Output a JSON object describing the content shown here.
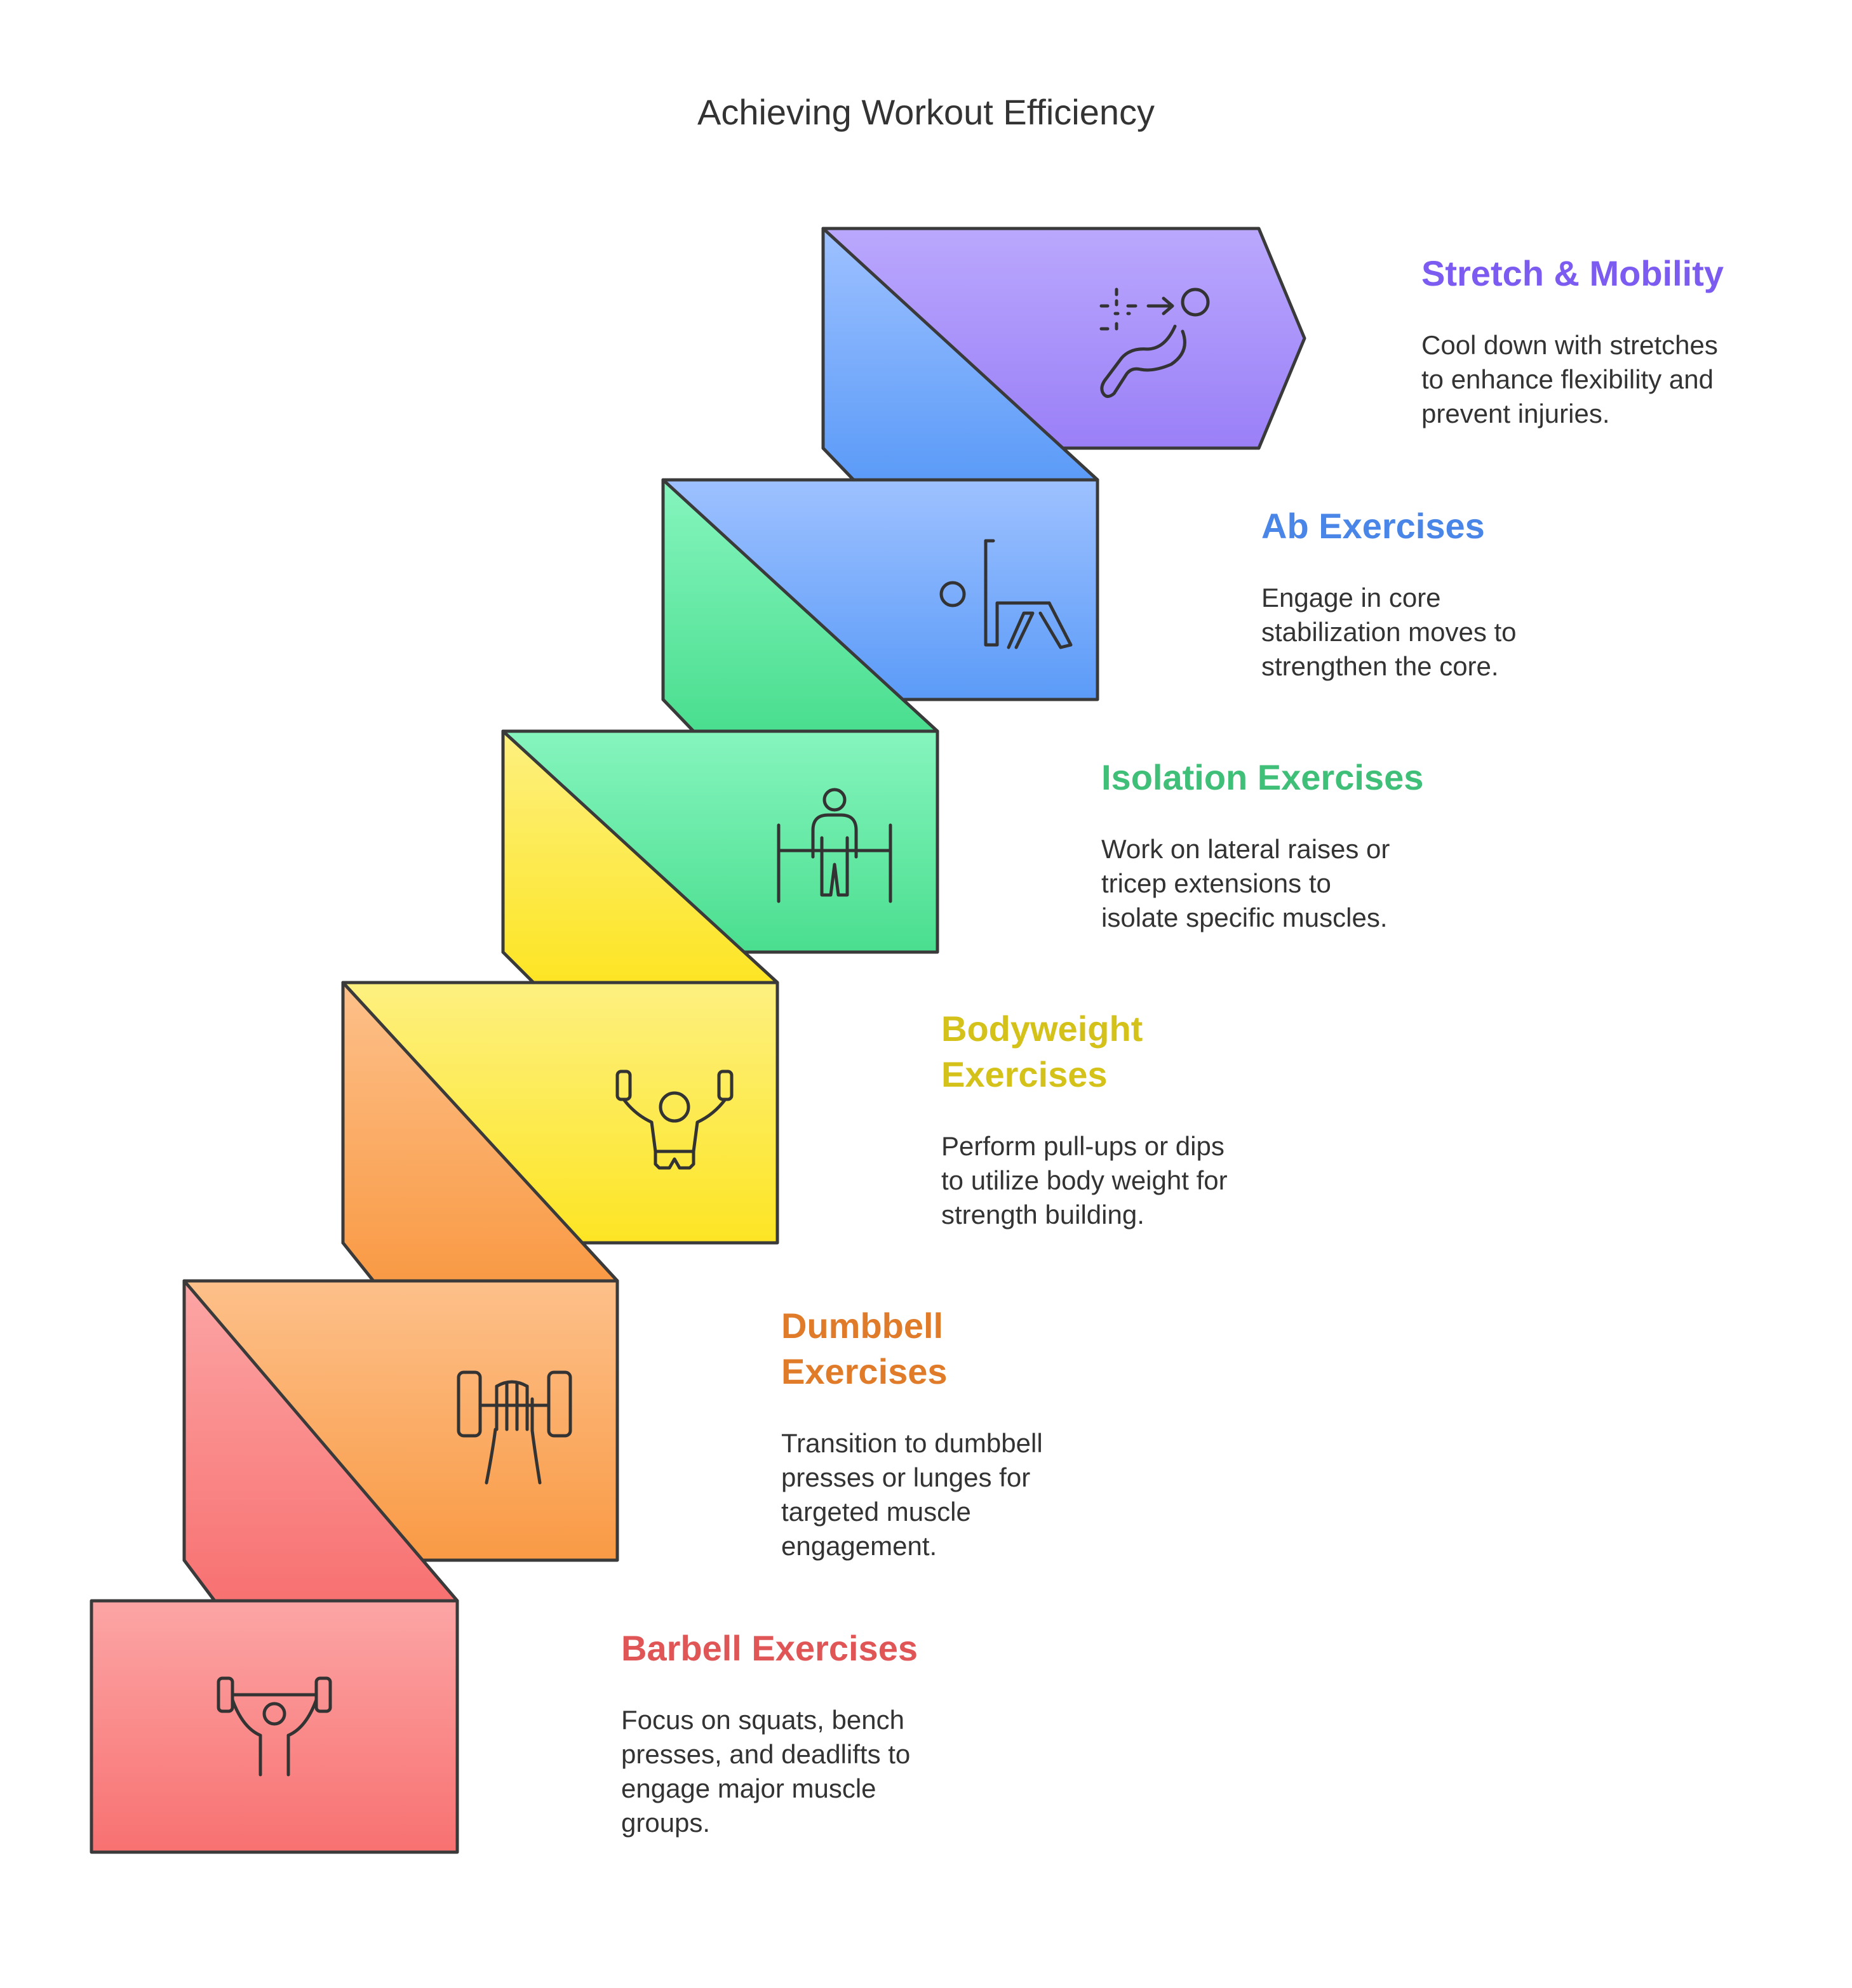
{
  "diagram": {
    "title": "Achieving Workout Efficiency",
    "steps": [
      {
        "id": "barbell",
        "title_lines": [
          "Barbell Exercises"
        ],
        "description_lines": [
          "Focus on squats, bench",
          "presses, and deadlifts to",
          "engage major muscle",
          "groups."
        ],
        "icon": "barbell-lift-icon",
        "colors": {
          "top": "#fca5a5",
          "bottom": "#f87171",
          "title": "#e05555"
        }
      },
      {
        "id": "dumbbell",
        "title_lines": [
          "Dumbbell",
          "Exercises"
        ],
        "description_lines": [
          "Transition to dumbbell",
          "presses or lunges for",
          "targeted muscle",
          "engagement."
        ],
        "icon": "dumbbell-hand-icon",
        "colors": {
          "top": "#fdc08a",
          "bottom": "#f99a45",
          "title": "#e07b2a"
        }
      },
      {
        "id": "bodyweight",
        "title_lines": [
          "Bodyweight",
          "Exercises"
        ],
        "description_lines": [
          "Perform pull-ups or dips",
          "to utilize body weight for",
          "strength building."
        ],
        "icon": "pull-up-icon",
        "colors": {
          "top": "#fdf080",
          "bottom": "#fde524",
          "title": "#d4c21a"
        }
      },
      {
        "id": "isolation",
        "title_lines": [
          "Isolation Exercises"
        ],
        "description_lines": [
          "Work on lateral raises or",
          "tricep extensions to",
          "isolate specific muscles."
        ],
        "icon": "parallel-bars-icon",
        "colors": {
          "top": "#86f5be",
          "bottom": "#4ade8f",
          "title": "#3fbf78"
        }
      },
      {
        "id": "ab",
        "title_lines": [
          "Ab Exercises"
        ],
        "description_lines": [
          "Engage in core",
          "stabilization moves to",
          "strengthen the core."
        ],
        "icon": "side-bend-icon",
        "colors": {
          "top": "#9ec1ff",
          "bottom": "#5b9bf8",
          "title": "#4a86e8"
        }
      },
      {
        "id": "stretch",
        "title_lines": [
          "Stretch & Mobility"
        ],
        "description_lines": [
          "Cool down with stretches",
          "to enhance flexibility and",
          "prevent injuries."
        ],
        "icon": "stretching-icon",
        "colors": {
          "top": "#baa8fd",
          "bottom": "#9a7ff7",
          "title": "#7c5cf0"
        }
      }
    ]
  }
}
